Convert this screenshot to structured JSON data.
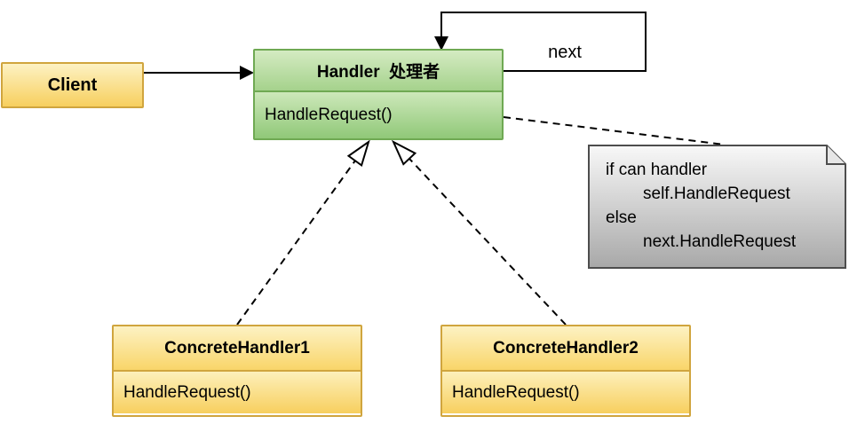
{
  "classes": {
    "client": {
      "title": "Client"
    },
    "handler": {
      "title": "Handler  处理者",
      "method": "HandleRequest()"
    },
    "concrete1": {
      "title": "ConcreteHandler1",
      "method": "HandleRequest()"
    },
    "concrete2": {
      "title": "ConcreteHandler2",
      "method": "HandleRequest()"
    }
  },
  "edge_labels": {
    "self_loop": "next"
  },
  "note": {
    "lines": [
      "if can handler",
      "self.HandleRequest",
      "else",
      "next.HandleRequest"
    ]
  },
  "colors": {
    "class_yellow_border": "#d0a53e",
    "class_yellow_top": "#fdf2c3",
    "class_yellow_bottom": "#f7cf5e",
    "class_green_border": "#6fa953",
    "class_green_top": "#d4ebc2",
    "class_green_bottom": "#90c878",
    "note_border": "#4d4d4d",
    "note_top": "#f8f8f8",
    "note_bottom": "#a8a8a8",
    "line": "#000000",
    "background": "#ffffff"
  }
}
